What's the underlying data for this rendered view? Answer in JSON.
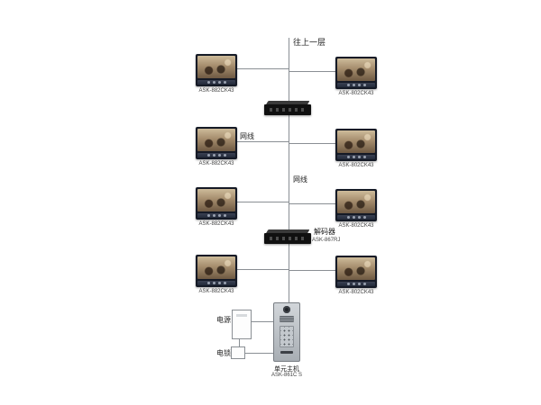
{
  "labels": {
    "to_upper_floor": "往上一层",
    "net_cable_1": "网线",
    "net_cable_2": "网线",
    "decoder_name": "解码器",
    "decoder_model": "ASK-867RJ",
    "power": "电源",
    "lock": "电锁",
    "door_station_name": "单元主机",
    "door_station_model": "ASK-861C S"
  },
  "monitors": {
    "left": [
      {
        "label": "ASK-882CK43"
      },
      {
        "label": "ASK-882CK43"
      },
      {
        "label": "ASK-882CK43"
      },
      {
        "label": "ASK-882CK43"
      }
    ],
    "right": [
      {
        "label": "ASK-802CK43"
      },
      {
        "label": "ASK-802CK43"
      },
      {
        "label": "ASK-802CK43"
      },
      {
        "label": "ASK-802CK43"
      }
    ]
  },
  "colors": {
    "line": "#8a8f94",
    "monitor_frame": "#151a26",
    "switch_body": "#101010"
  }
}
